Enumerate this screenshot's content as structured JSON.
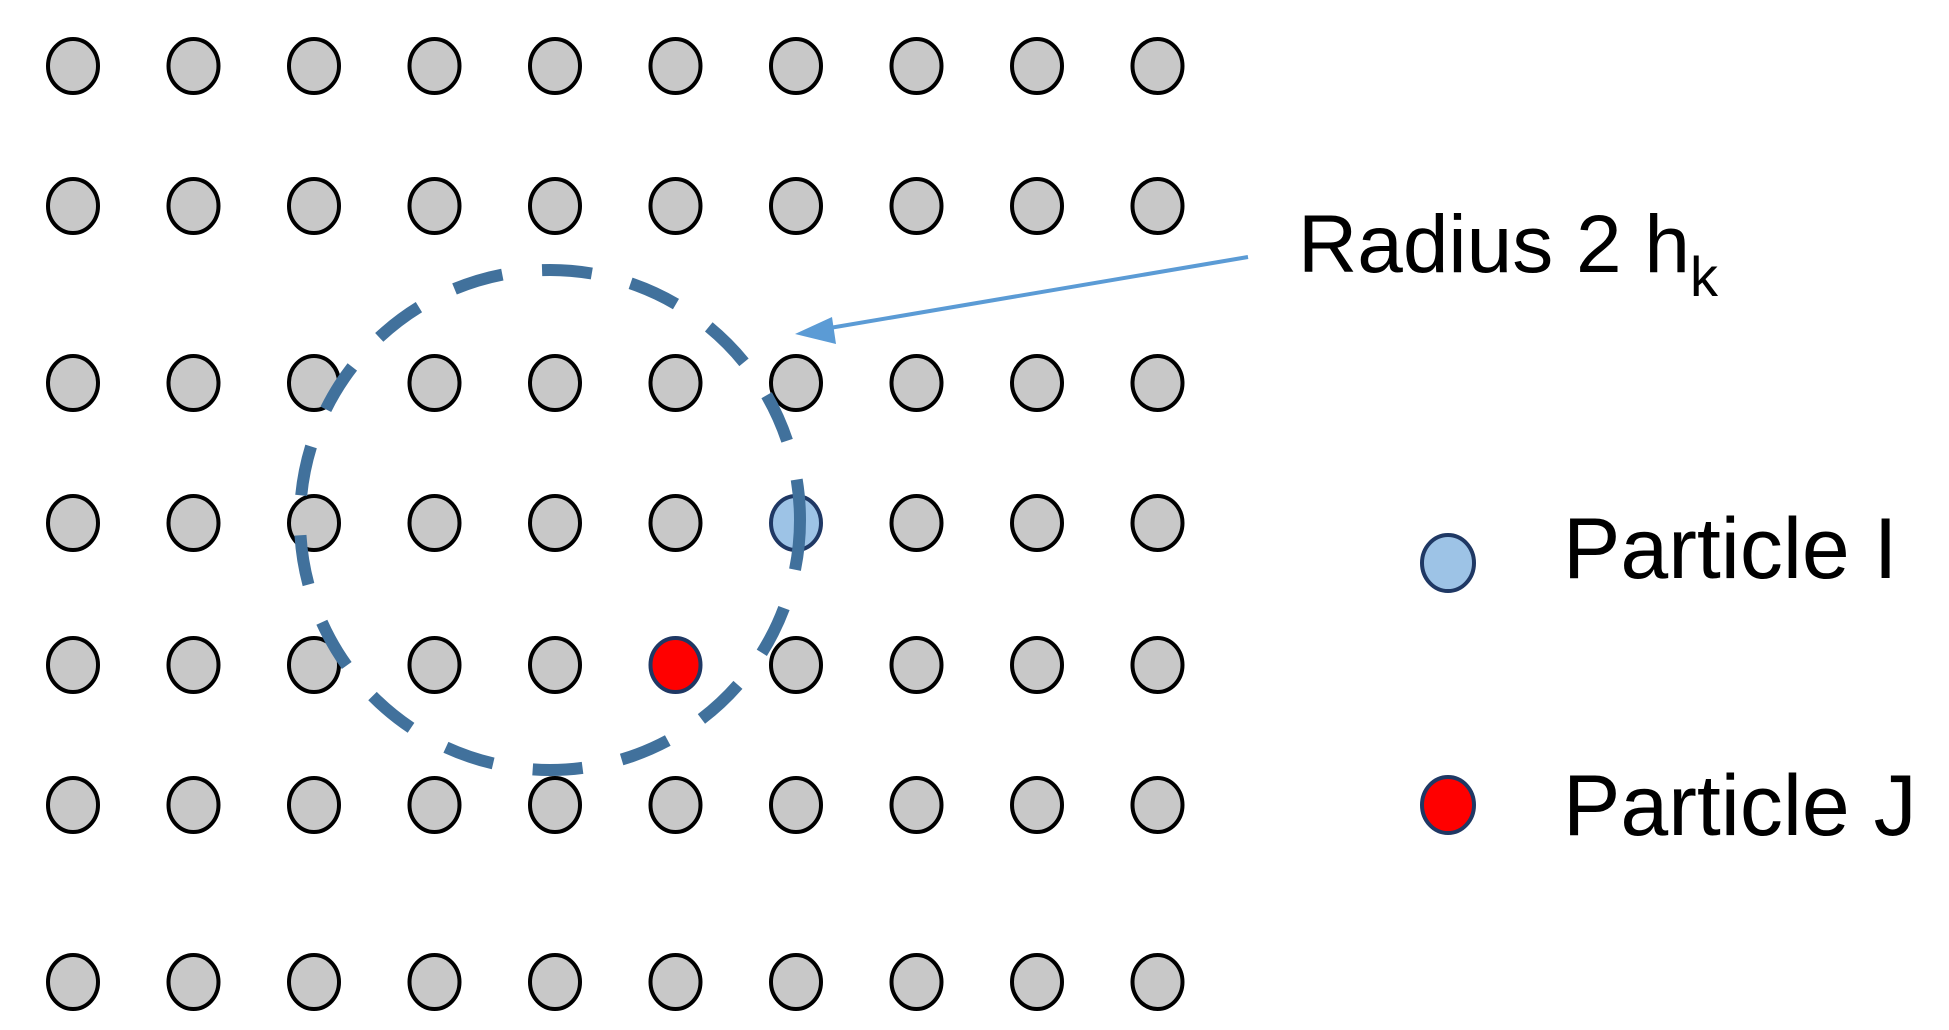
{
  "grid": {
    "rows": 7,
    "columns": 10,
    "highlighted": [
      {
        "row": 3,
        "col": 6,
        "role": "particle-i"
      },
      {
        "row": 4,
        "col": 5,
        "role": "particle-j"
      }
    ]
  },
  "annotation": {
    "label": "Radius 2 h",
    "subscript": "k"
  },
  "legend": [
    {
      "role": "particle-i",
      "label": "Particle I"
    },
    {
      "role": "particle-j",
      "label": "Particle J"
    }
  ],
  "colors": {
    "particle_fill": "#c8c8c8",
    "particle_stroke": "#000000",
    "particle_i_fill": "#9dc3e6",
    "particle_i_stroke": "#1f3864",
    "particle_j_fill": "#ff0000",
    "particle_j_stroke": "#1f3864",
    "circle_stroke": "#41719c",
    "arrow": "#5b9bd5",
    "text": "#000000"
  }
}
